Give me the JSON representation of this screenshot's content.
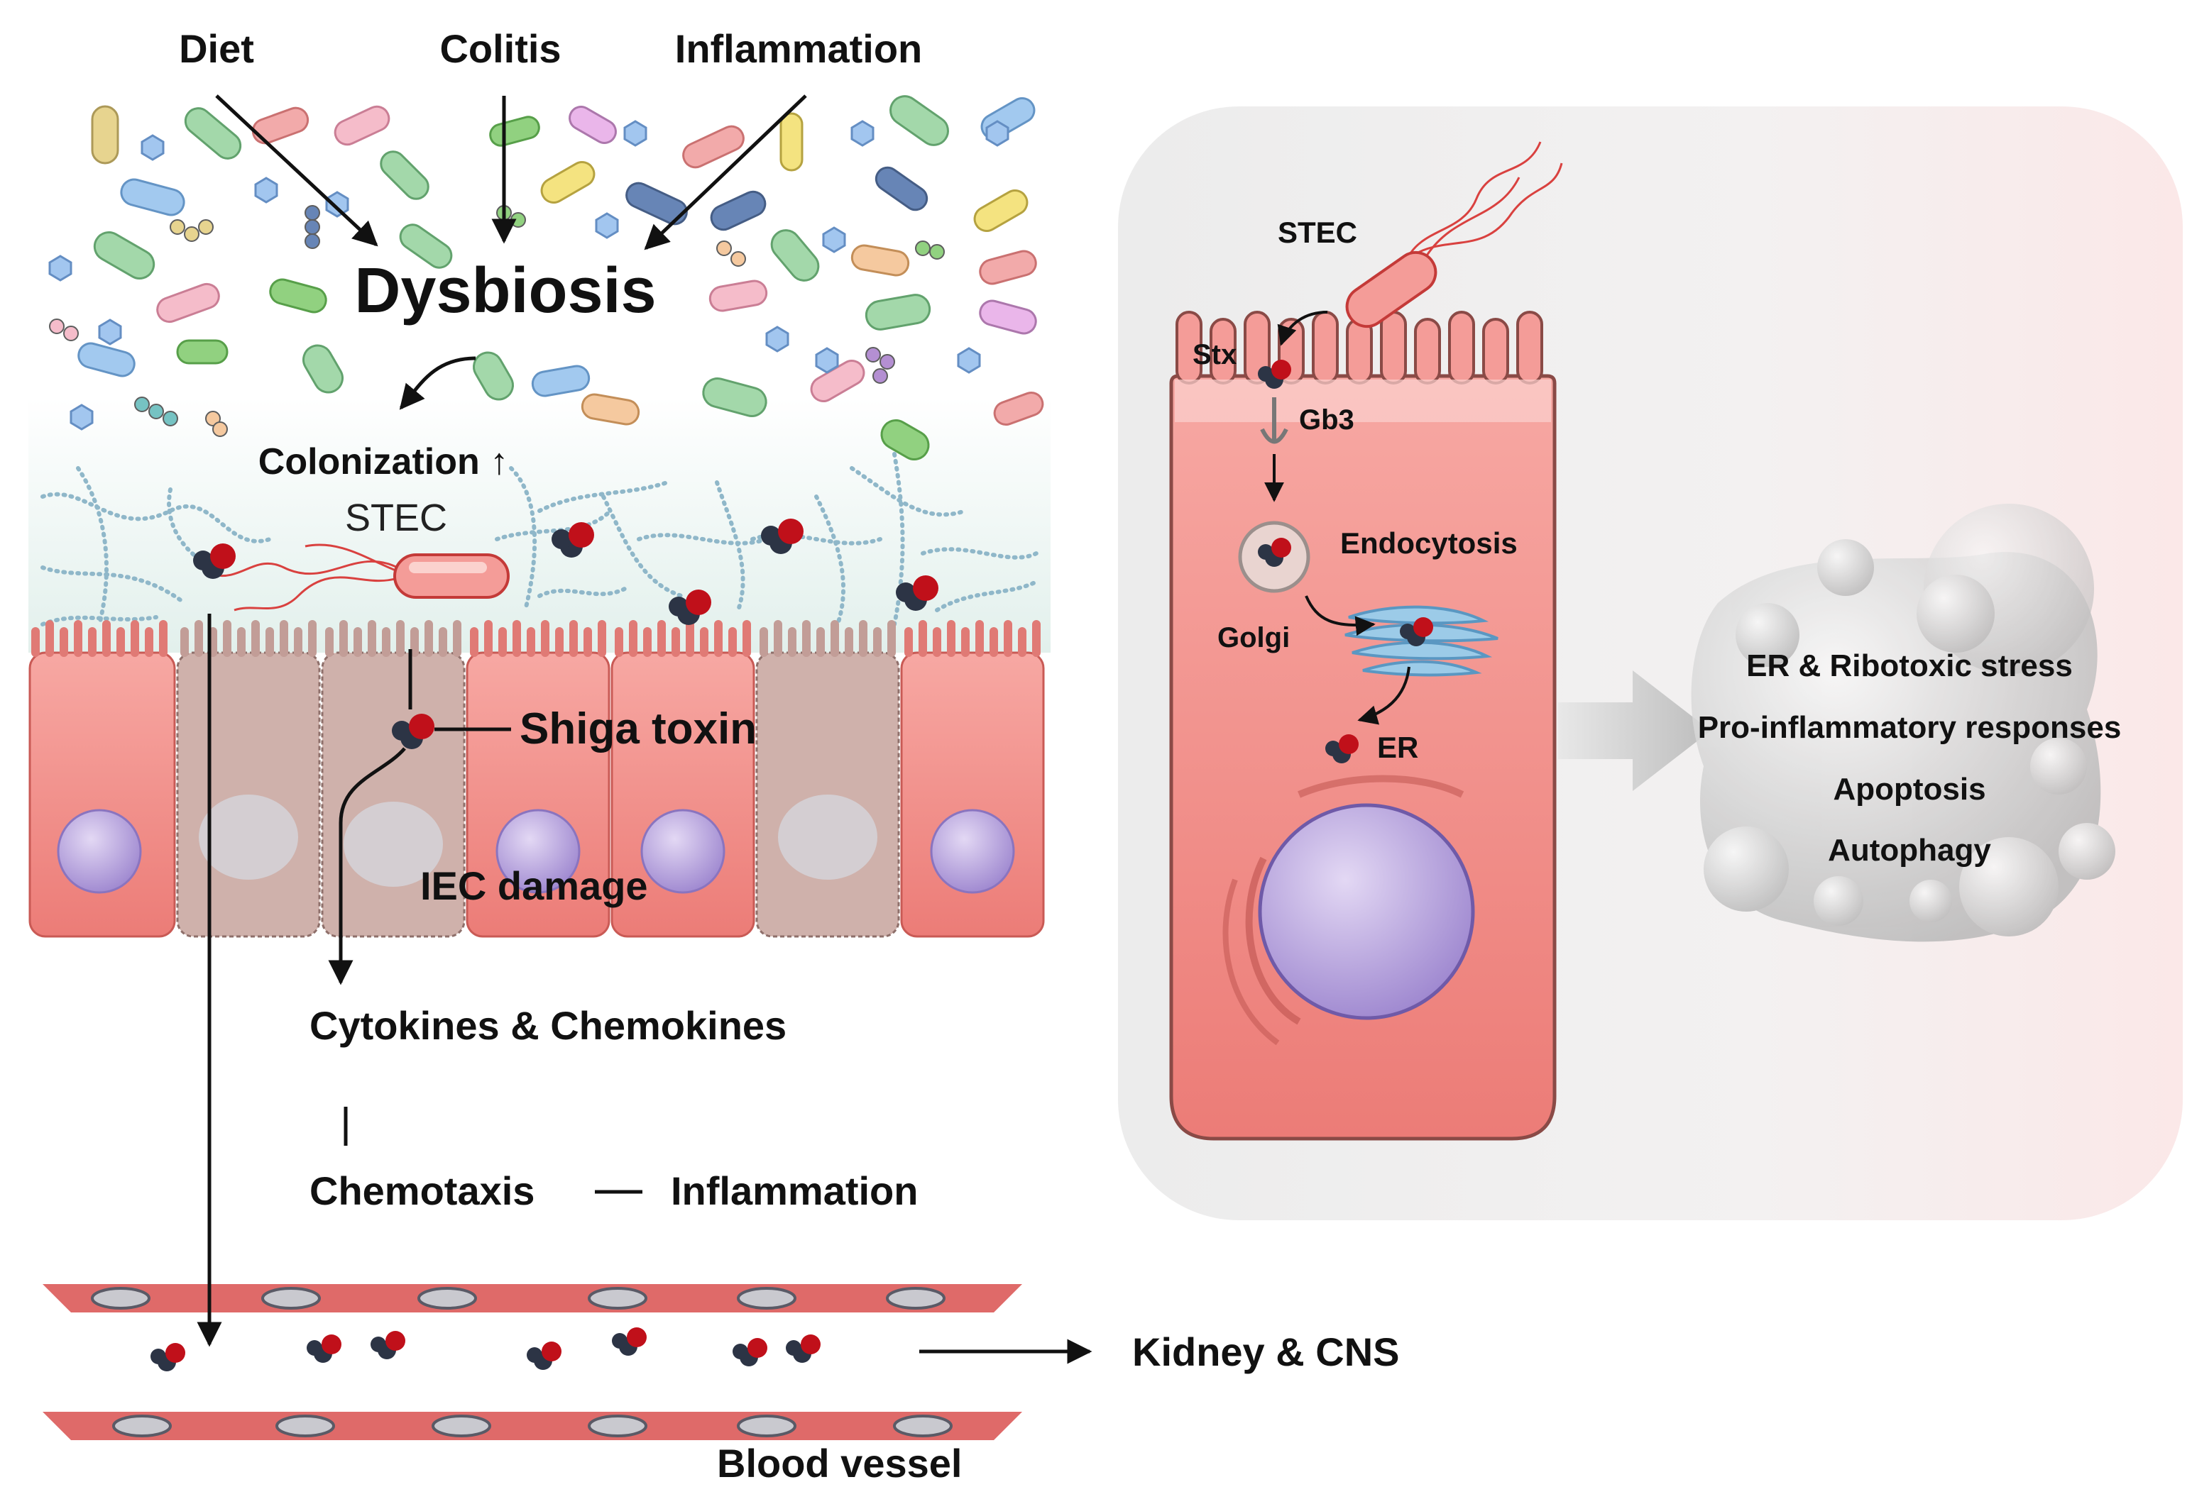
{
  "figure": {
    "causes": {
      "diet": "Diet",
      "colitis": "Colitis",
      "inflammation": "Inflammation"
    },
    "dysbiosis": "Dysbiosis",
    "colonization": "Colonization ↑",
    "stec_left": "STEC",
    "shiga_toxin": "Shiga toxin",
    "iec_damage": "IEC damage",
    "cytokines": "Cytokines & Chemokines",
    "chemotaxis": "Chemotaxis",
    "inflammation_bottom": "Inflammation",
    "kidney_cns": "Kidney & CNS",
    "blood_vessel": "Blood vessel",
    "inset": {
      "stec": "STEC",
      "stx": "Stx",
      "gb3": "Gb3",
      "endocytosis": "Endocytosis",
      "golgi": "Golgi",
      "er": "ER"
    },
    "outcomes": [
      "ER & Ribotoxic stress",
      "Pro-inflammatory responses",
      "Apoptosis",
      "Autophagy"
    ]
  },
  "colors": {
    "cell_pink": "#f08580",
    "cell_light": "#fbd2ce",
    "damaged_cell": "#c9aaa5",
    "nucleus": "#b9a5df",
    "toxin_red": "#c0101a",
    "toxin_dark": "#2c3445",
    "mucus_blue": "#8fb7c9",
    "vessel_red": "#d9504f",
    "inset_bg": "#f1f0f0",
    "outcome_gray": "#c9c9c9"
  }
}
